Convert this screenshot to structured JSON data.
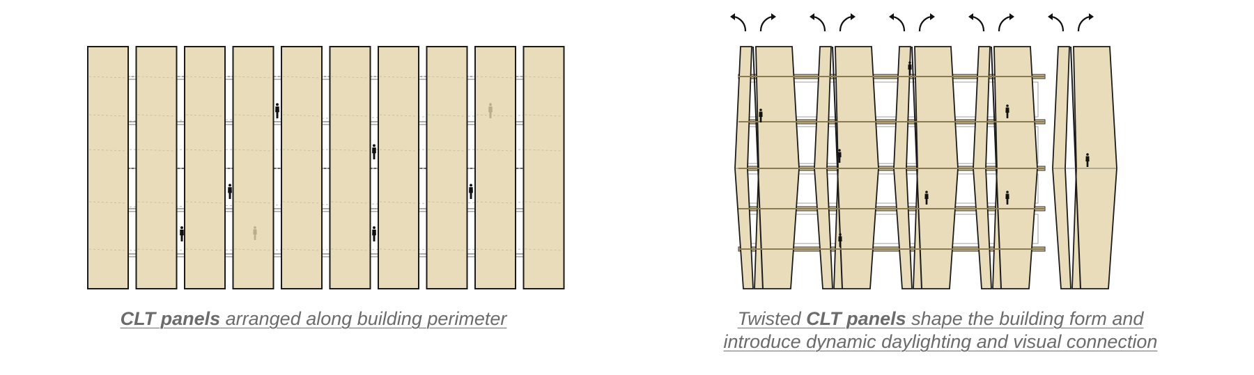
{
  "left_diagram": {
    "caption_bold": "CLT panels",
    "caption_rest": " arranged along building perimeter",
    "panel_count": 10,
    "panel_fill": "#e8dcba",
    "outline_color": "#1a1a1a"
  },
  "right_diagram": {
    "caption_line1_pre": "Twisted ",
    "caption_line1_bold": "CLT panels",
    "caption_line1_post": " shape the building form and ",
    "caption_line2": "introduce dynamic daylighting and visual connection",
    "panel_fill": "#e8dcba",
    "slab_color": "#c9b98f",
    "rotation_arrow_pairs": 5,
    "arrow_icon": "rotate-arrows-icon"
  },
  "colors": {
    "caption_text": "#6b6b6b",
    "figure": "#111111",
    "ghost_figure": "#b9ad8d"
  }
}
